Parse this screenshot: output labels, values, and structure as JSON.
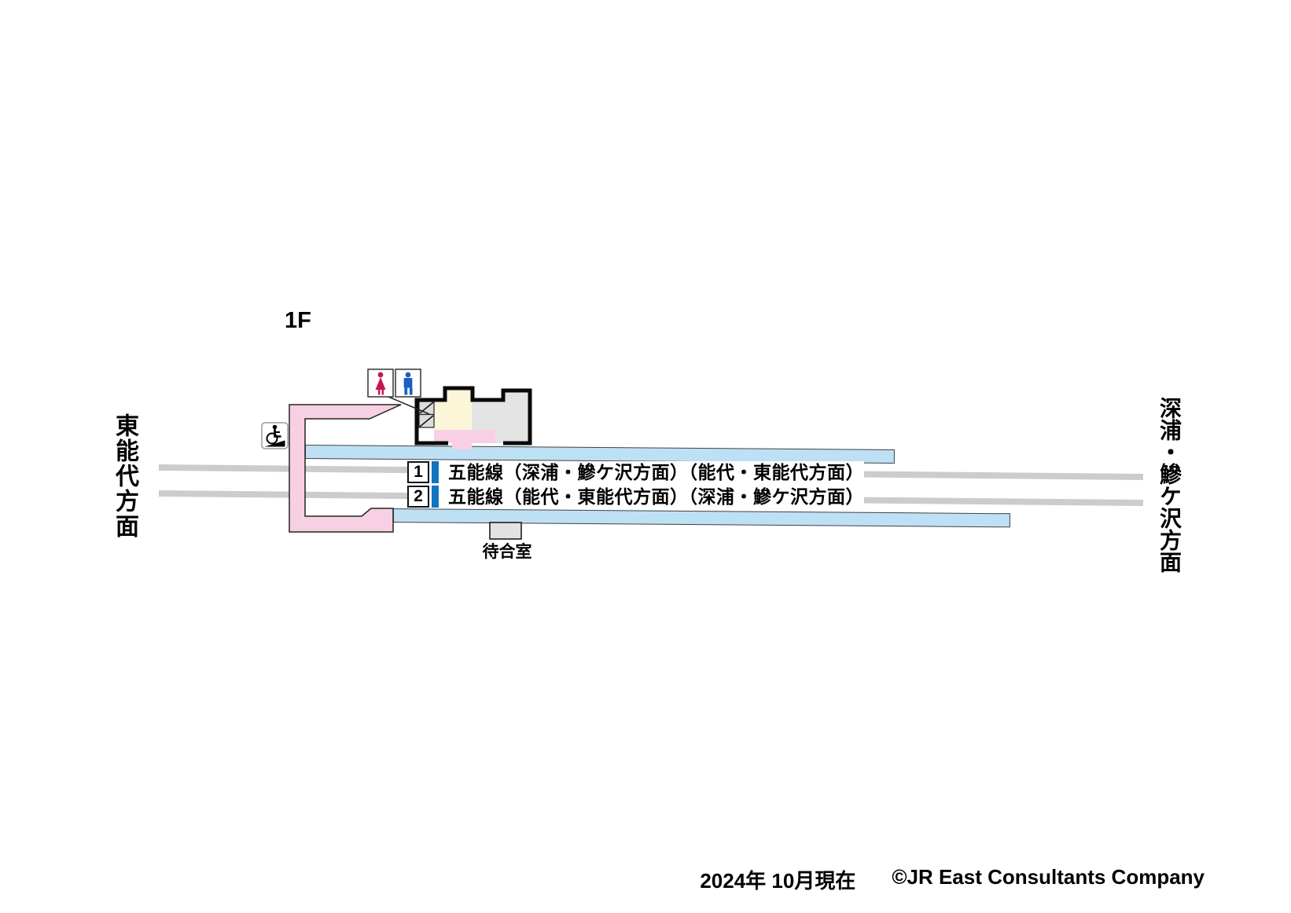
{
  "floor_label": "1F",
  "directions": {
    "left": "東能代方面",
    "right": "深浦・鰺ケ沢方面"
  },
  "platforms": [
    {
      "number": "1",
      "line": "五能線（深浦・鰺ケ沢方面）（能代・東能代方面）"
    },
    {
      "number": "2",
      "line": "五能線（能代・東能代方面）（深浦・鰺ケ沢方面）"
    }
  ],
  "facilities": {
    "waiting_room": "待合室"
  },
  "icons": {
    "women_toilet": "toilet-woman-icon",
    "men_toilet": "toilet-man-icon",
    "wheelchair": "wheelchair-ramp-icon"
  },
  "footer": {
    "date": "2024年 10月現在",
    "copyright": "©JR East Consultants Company"
  },
  "colors": {
    "platform_blue": "#bee0f5",
    "walkway_pink": "#f8d0e3",
    "track_gray": "#cccccc",
    "building_gray": "#e4e4e4",
    "room_cream": "#fcf6d8",
    "platform_label_blue": "#1274bf",
    "woman_icon_red": "#c9164d",
    "man_icon_blue": "#1b60c2"
  }
}
